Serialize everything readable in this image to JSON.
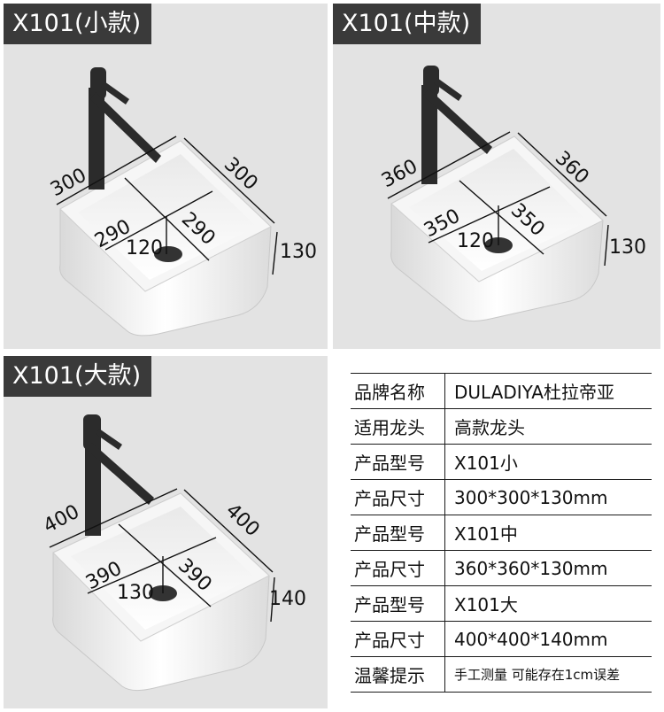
{
  "panels": {
    "small": {
      "title": "X101(小款)",
      "dims": {
        "outer_left": "300",
        "outer_right": "300",
        "inner_left": "290",
        "inner_right": "290",
        "drain": "120",
        "height": "130"
      }
    },
    "medium": {
      "title": "X101(中款)",
      "dims": {
        "outer_left": "360",
        "outer_right": "360",
        "inner_left": "350",
        "inner_right": "350",
        "drain": "120",
        "height": "130"
      }
    },
    "large": {
      "title": "X101(大款)",
      "dims": {
        "outer_left": "400",
        "outer_right": "400",
        "inner_left": "390",
        "inner_right": "390",
        "drain": "130",
        "height": "140"
      }
    }
  },
  "specs": [
    {
      "label": "品牌名称",
      "value": "DULADIYA杜拉帝亚"
    },
    {
      "label": "适用龙头",
      "value": "高款龙头"
    },
    {
      "label": "产品型号",
      "value": "X101小"
    },
    {
      "label": "产品尺寸",
      "value": "300*300*130mm"
    },
    {
      "label": "产品型号",
      "value": "X101中"
    },
    {
      "label": "产品尺寸",
      "value": "360*360*130mm"
    },
    {
      "label": "产品型号",
      "value": "X101大"
    },
    {
      "label": "产品尺寸",
      "value": "400*400*140mm"
    },
    {
      "label": "温馨提示",
      "value": "手工测量 可能存在1cm误差"
    }
  ],
  "colors": {
    "panel_bg": "#e3e3e3",
    "tag_bg": "#3a3a3a",
    "faucet": "#2b2b2b",
    "basin": "#ffffff"
  }
}
